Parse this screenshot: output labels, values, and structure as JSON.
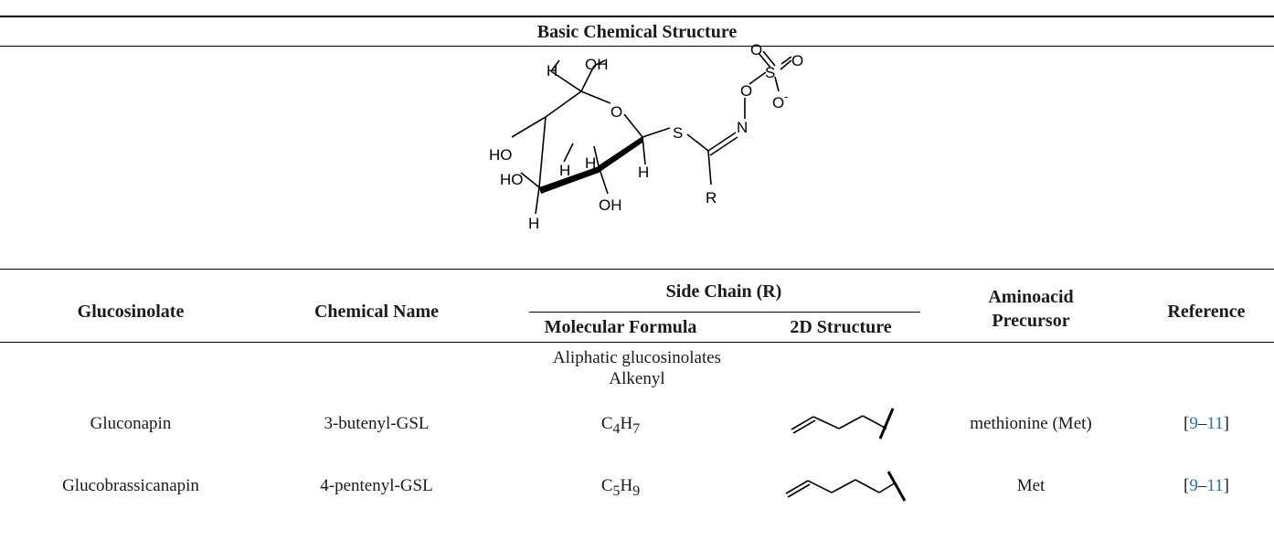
{
  "table": {
    "basic_header": "Basic Chemical Structure",
    "structure": {
      "image_name": "glucosinolate core structure",
      "labels": {
        "oh_top": "OH",
        "h_top": "H",
        "ho_left": "HO",
        "o_ring": "O",
        "h_mid1": "H",
        "h_mid2": "H",
        "ho_low": "HO",
        "oh_low": "OH",
        "h_bot1": "H",
        "h_bot2": "H",
        "s_thio": "S",
        "n": "N",
        "o_link": "O",
        "s_sulf": "S",
        "o_top": "O",
        "o_right": "O",
        "o_minus": "O",
        "charge": "-",
        "r": "R"
      }
    },
    "columns": {
      "glucosinolate": "Glucosinolate",
      "chemical_name": "Chemical Name",
      "side_chain": "Side Chain (R)",
      "molecular_formula": "Molecular Formula",
      "structure_2d": "2D Structure",
      "aminoacid_line1": "Aminoacid",
      "aminoacid_line2": "Precursor",
      "reference": "Reference"
    },
    "group": {
      "line1": "Aliphatic glucosinolates",
      "line2": "Alkenyl"
    },
    "rows": [
      {
        "glucosinolate": "Gluconapin",
        "chemical_name": "3-butenyl-GSL",
        "formula": {
          "c": "C",
          "c_sub": "4",
          "h": "H",
          "h_sub": "7"
        },
        "structure_icon": "3-butenyl-skeletal-structure",
        "precursor": "methionine (Met)",
        "ref": {
          "open": "[",
          "start": "9",
          "dash": "–",
          "end": "11",
          "close": "]"
        }
      },
      {
        "glucosinolate": "Glucobrassicanapin",
        "chemical_name": "4-pentenyl-GSL",
        "formula": {
          "c": "C",
          "c_sub": "5",
          "h": "H",
          "h_sub": "9"
        },
        "structure_icon": "4-pentenyl-skeletal-structure",
        "precursor": "Met",
        "ref": {
          "open": "[",
          "start": "9",
          "dash": "–",
          "end": "11",
          "close": "]"
        }
      }
    ],
    "colors": {
      "link": "#2a6fb5",
      "rule": "#000000"
    }
  }
}
